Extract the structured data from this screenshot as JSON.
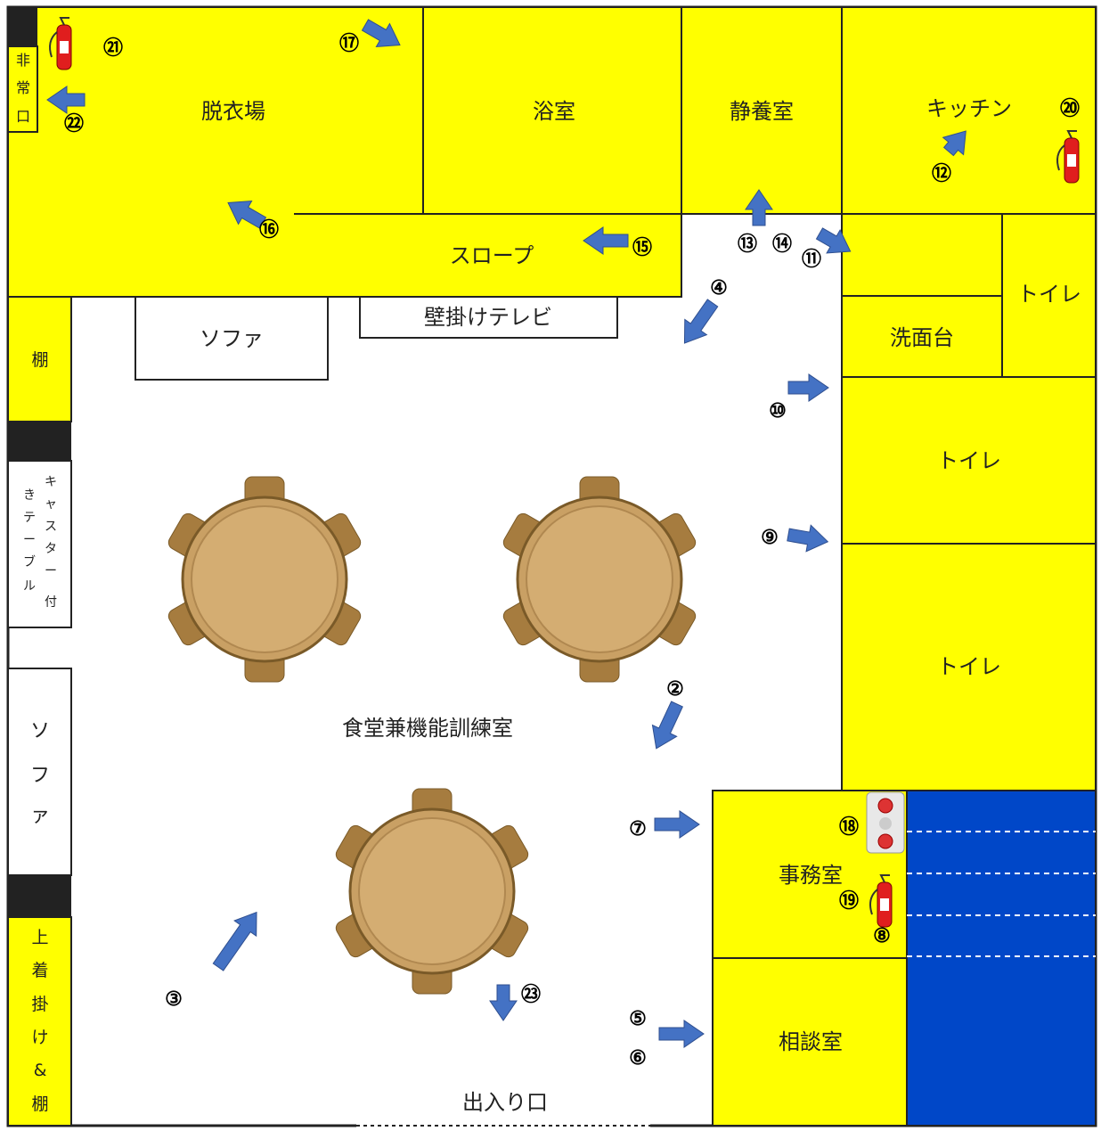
{
  "rooms": {
    "datsuijo": "脱衣場",
    "yokushitsu": "浴室",
    "seiyoshitsu": "静養室",
    "kitchen": "キッチン",
    "slope": "スロープ",
    "toilet_top": "トイレ",
    "senmendai": "洗面台",
    "toilet_mid": "トイレ",
    "toilet_low": "トイレ",
    "jimushitsu": "事務室",
    "sodanshitsu": "相談室",
    "dining": "食堂兼機能訓練室"
  },
  "furniture": {
    "sofa_top": "ソファ",
    "tv": "壁掛けテレビ",
    "shelf": "棚",
    "caster_col1": "キャスター付",
    "caster_col2": "きテーブル",
    "sofa_left": "ソファ",
    "coat": "上着掛け&棚",
    "emergency_exit": "非常口",
    "entrance": "出入り口"
  },
  "markers": [
    {
      "id": "m2",
      "label": "②"
    },
    {
      "id": "m3",
      "label": "③"
    },
    {
      "id": "m4",
      "label": "④"
    },
    {
      "id": "m5",
      "label": "⑤"
    },
    {
      "id": "m6",
      "label": "⑥"
    },
    {
      "id": "m7",
      "label": "⑦"
    },
    {
      "id": "m8",
      "label": "⑧"
    },
    {
      "id": "m9",
      "label": "⑨"
    },
    {
      "id": "m10",
      "label": "⑩"
    },
    {
      "id": "m11",
      "label": "⑪"
    },
    {
      "id": "m12",
      "label": "⑫"
    },
    {
      "id": "m13",
      "label": "⑬"
    },
    {
      "id": "m14",
      "label": "⑭"
    },
    {
      "id": "m15",
      "label": "⑮"
    },
    {
      "id": "m16",
      "label": "⑯"
    },
    {
      "id": "m17",
      "label": "⑰"
    },
    {
      "id": "m18",
      "label": "⑱"
    },
    {
      "id": "m19",
      "label": "⑲"
    },
    {
      "id": "m20",
      "label": "⑳"
    },
    {
      "id": "m21",
      "label": "㉑"
    },
    {
      "id": "m22",
      "label": "㉒"
    },
    {
      "id": "m23",
      "label": "㉓"
    }
  ],
  "colors": {
    "room": "#ffff00",
    "storage": "#0047c8",
    "arrow": "#4472c4",
    "table": "#c9a064"
  }
}
